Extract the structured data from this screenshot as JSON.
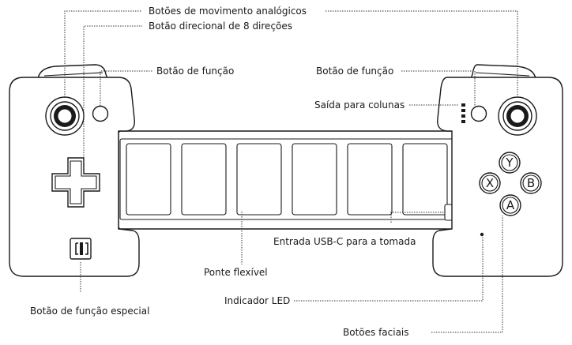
{
  "labels": {
    "analog_sticks": "Botões de movimento analógicos",
    "dpad": "Botão direcional de 8 direções",
    "function_left": "Botão de função",
    "function_right": "Botão de função",
    "speaker": "Saída para colunas",
    "usbc": "Entrada USB-C para a tomada",
    "bridge": "Ponte flexível",
    "led": "Indicador LED",
    "special": "Botão de função especial",
    "face_buttons": "Botões faciais"
  },
  "face_buttons": {
    "y": "Y",
    "x": "X",
    "b": "B",
    "a": "A"
  }
}
